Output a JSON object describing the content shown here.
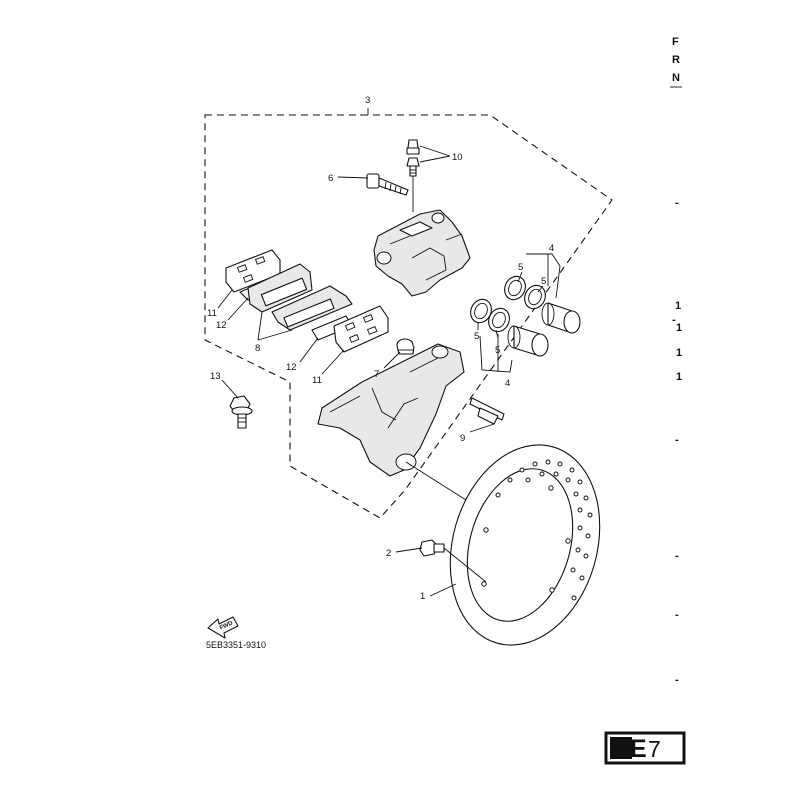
{
  "diagram": {
    "callouts": {
      "c1": "1",
      "c2": "2",
      "c3": "3",
      "c4a": "4",
      "c4b": "4",
      "c5a": "5",
      "c5b": "5",
      "c5c": "5",
      "c5d": "5",
      "c6": "6",
      "c7": "7",
      "c8": "8",
      "c9": "9",
      "c10": "10",
      "c11a": "11",
      "c11b": "11",
      "c12a": "12",
      "c12b": "12",
      "c13": "13"
    },
    "part_code": "5EB3351-9310",
    "fwd_label": "FWD"
  },
  "page_ref": {
    "letter": "E",
    "number": "7"
  },
  "right_edge": {
    "letters": [
      "F",
      "R",
      "N"
    ],
    "ticks": [
      "-",
      "1",
      "-",
      "1",
      "1",
      "1",
      "-",
      "-",
      "-",
      "-"
    ]
  }
}
